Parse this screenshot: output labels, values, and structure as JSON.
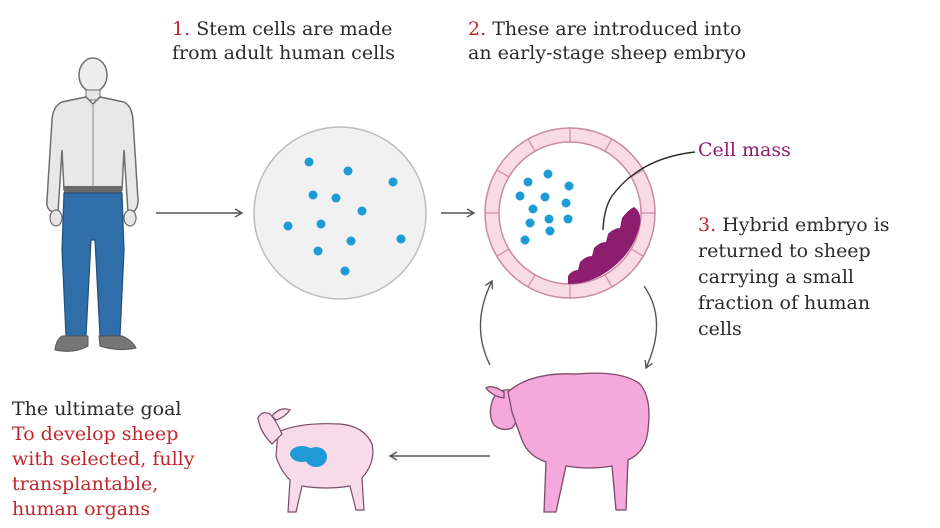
{
  "step1": {
    "number": "1.",
    "line1": "Stem cells are made",
    "line2": "from adult human cells"
  },
  "step2": {
    "number": "2.",
    "line1": "These are introduced into",
    "line2": "an early-stage sheep embryo"
  },
  "step3": {
    "number": "3.",
    "line1": "Hybrid embryo is",
    "line2": "returned to sheep",
    "line3": "carrying a small",
    "line4": "fraction of human",
    "line5": "cells"
  },
  "cell_mass_label": "Cell mass",
  "goal": {
    "heading": "The ultimate goal",
    "line1": "To develop sheep",
    "line2": "with selected, fully",
    "line3": "transplantable,",
    "line4": "human organs"
  },
  "colors": {
    "accent_red": "#c0272d",
    "cell_blue": "#1e9ad6",
    "cell_mass_purple": "#8c1d6f",
    "sheep_pink": "#f5a8dc",
    "lamb_pink": "#f8dbe8",
    "embryo_ring": "#f9dbe6",
    "dish_gray": "#f1f1f1"
  },
  "icons": [
    "person-icon",
    "stem-cell-dish-icon",
    "embryo-icon",
    "sheep-icon",
    "lamb-icon"
  ]
}
